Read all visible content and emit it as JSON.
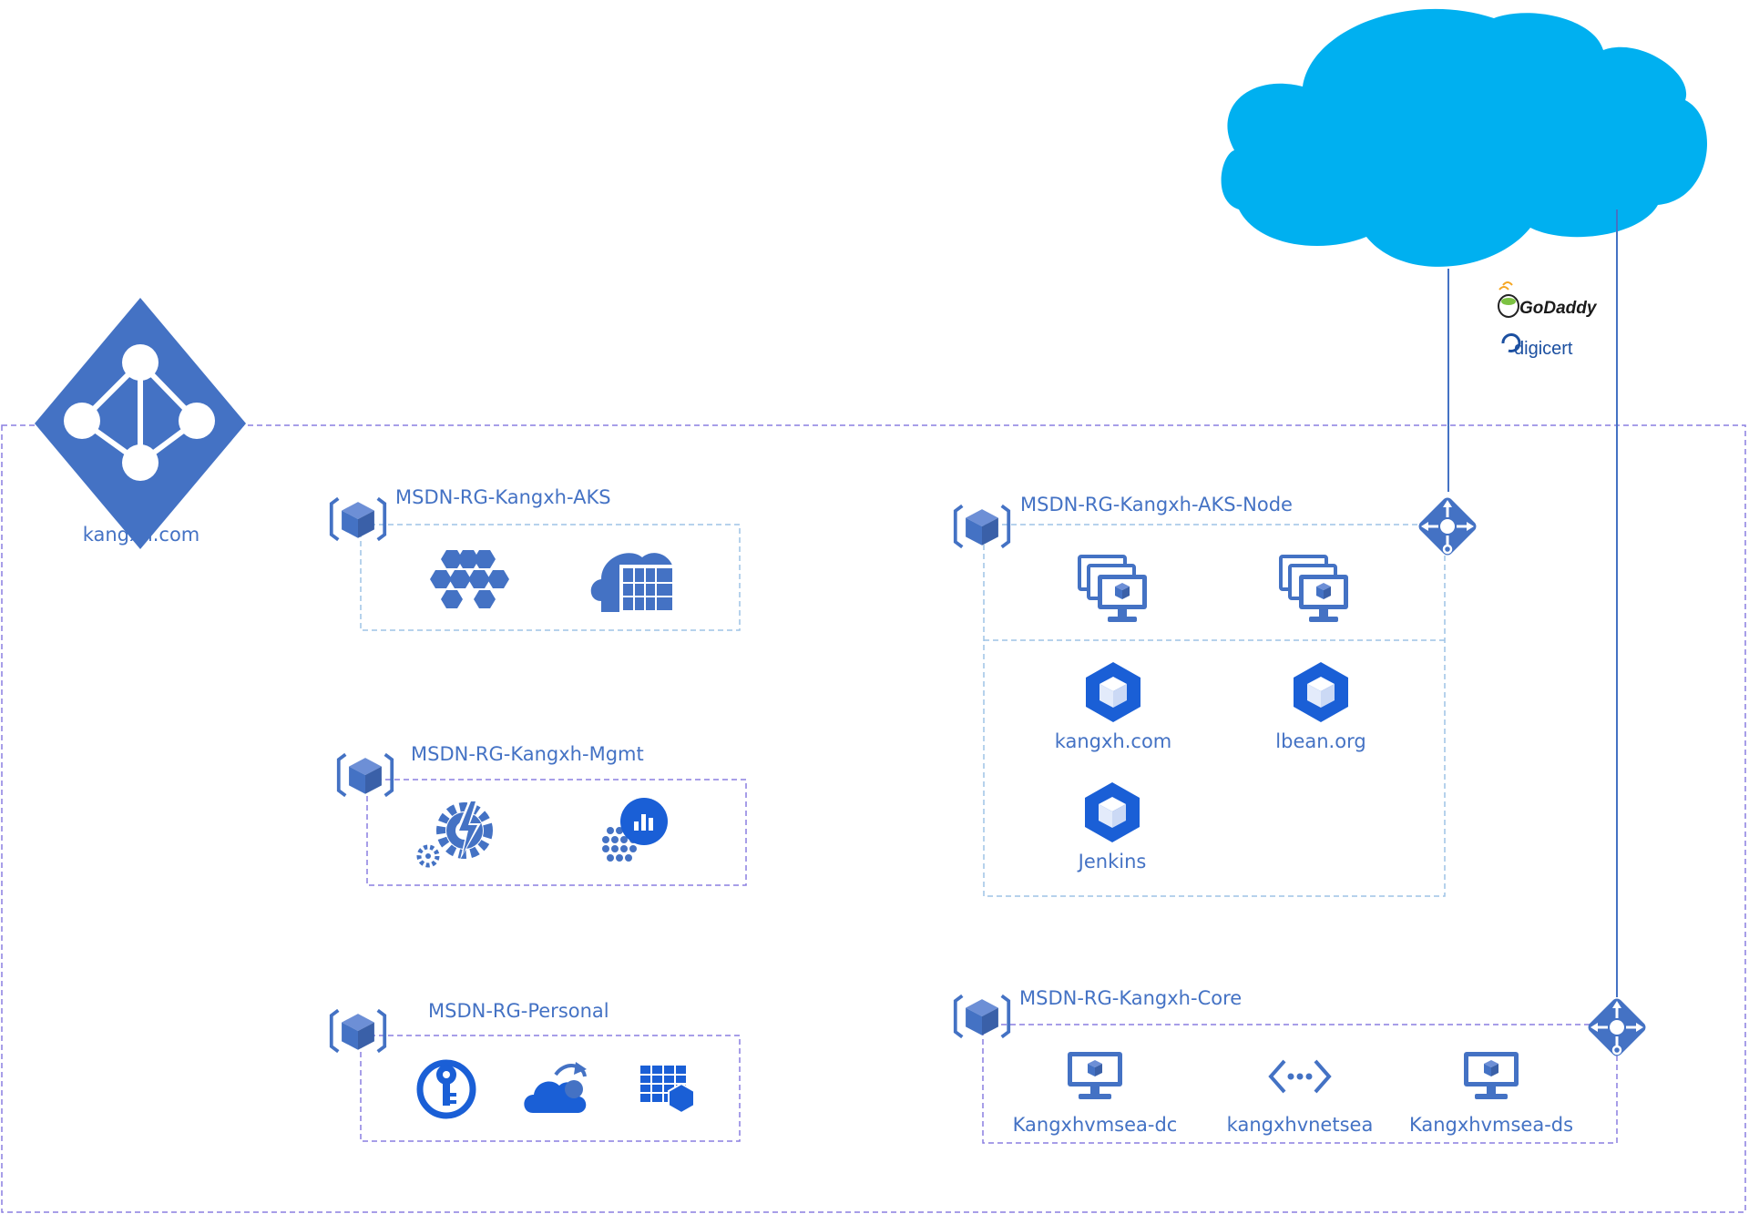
{
  "tenant": {
    "domain_label": "kangxh.com"
  },
  "resource_groups": {
    "aks": {
      "title": "MSDN-RG-Kangxh-AKS",
      "icons": [
        "kubernetes-service-icon",
        "container-registry-icon"
      ]
    },
    "mgmt": {
      "title": "MSDN-RG-Kangxh-Mgmt",
      "icons": [
        "automation-account-icon",
        "log-analytics-icon"
      ]
    },
    "personal": {
      "title": "MSDN-RG-Personal",
      "icons": [
        "key-vault-icon",
        "cloud-backup-icon",
        "storage-table-icon"
      ]
    },
    "aks_node": {
      "title": "MSDN-RG-Kangxh-AKS-Node",
      "icons": [
        "vm-scale-set-icon",
        "vm-scale-set-icon"
      ],
      "services": [
        "kangxh.com",
        "lbean.org",
        "Jenkins"
      ]
    },
    "core": {
      "title": "MSDN-RG-Kangxh-Core",
      "items": [
        "Kangxhvmsea-dc",
        "kangxhvnetsea",
        "Kangxhvmsea-ds"
      ]
    }
  },
  "internet": {
    "providers": [
      "GoDaddy",
      "digicert"
    ],
    "colors": {
      "cloud": "#00b0f0",
      "azure_blue": "#4472c4",
      "dash_purple": "#8a7fe0",
      "dash_light": "#9dc3e6"
    }
  }
}
